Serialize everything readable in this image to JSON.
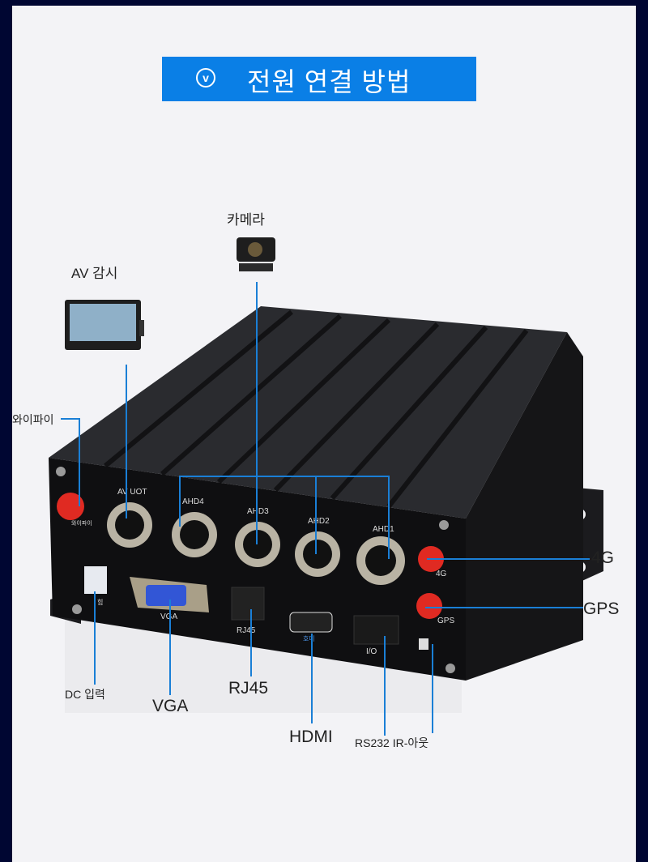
{
  "header": {
    "title": "전원 연결 방법",
    "icon": "chevron-down-circle-icon"
  },
  "callouts": {
    "camera": "카메라",
    "av_monitor": "AV 감시",
    "wifi": "와이파이",
    "g4": "4G",
    "gps": "GPS",
    "dc_input": "DC 입력",
    "vga": "VGA",
    "rj45": "RJ45",
    "hdmi": "HDMI",
    "rs232_ir": "RS232 IR-아웃"
  },
  "device_labels": {
    "av_out": "AV UOT",
    "ahd4": "AHD4",
    "ahd3": "AHD3",
    "ahd2": "AHD2",
    "ahd1": "AHD1",
    "g4": "4G",
    "gps": "GPS",
    "vga": "VGA",
    "rj45": "RJ45",
    "io": "I/O",
    "wifi": "와이파이",
    "power": "힘",
    "hdmi": "호미"
  },
  "colors": {
    "background": "#000632",
    "panel": "#f3f3f6",
    "banner": "#0a7fe6",
    "callout_line": "#1a7fd6"
  }
}
